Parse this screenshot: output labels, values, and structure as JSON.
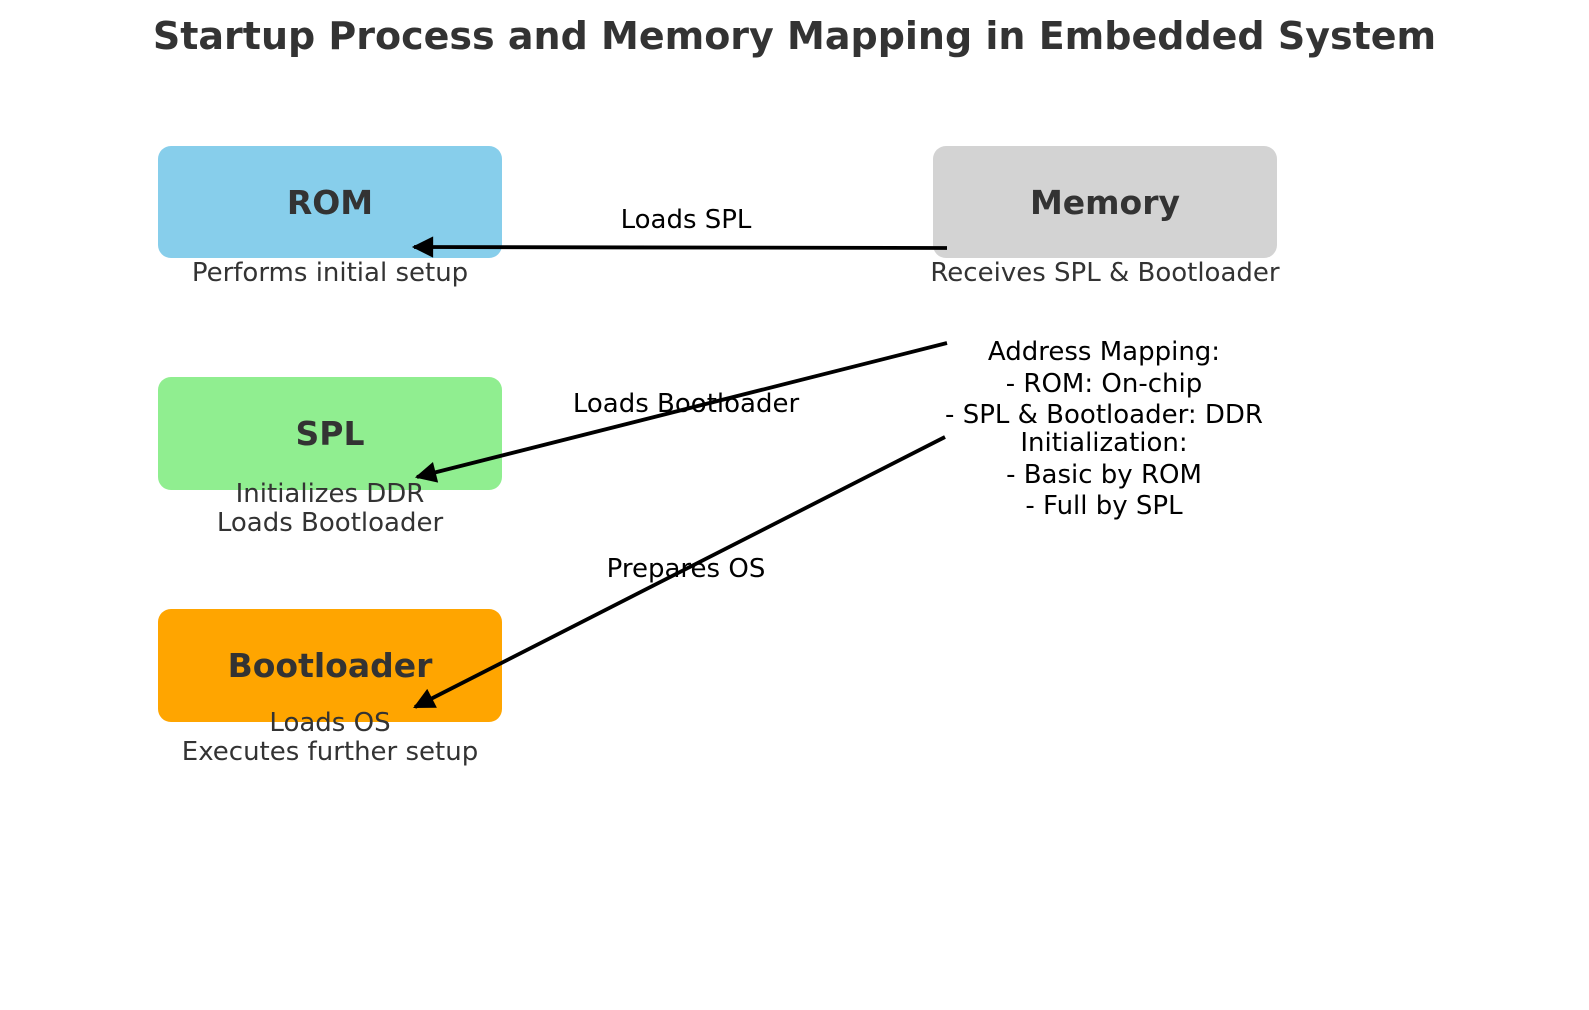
{
  "title": "Startup Process and Memory Mapping in Embedded System",
  "colors": {
    "background": "#FFFFFF",
    "rom_box": "#87CEEB",
    "memory_box": "#D3D3D3",
    "spl_box": "#90EE90",
    "bootloader_box": "#FFA500",
    "arrow": "#000000",
    "heading_text": "#333333",
    "body_text": "#000000"
  },
  "nodes": {
    "rom": {
      "label": "ROM",
      "description": "Performs initial setup"
    },
    "memory": {
      "label": "Memory",
      "description": "Receives SPL & Bootloader"
    },
    "spl": {
      "label": "SPL",
      "description_lines": [
        "Initializes DDR",
        "Loads Bootloader"
      ]
    },
    "bootloader": {
      "label": "Bootloader",
      "description_lines": [
        "Loads OS",
        "Executes further setup"
      ]
    }
  },
  "edges": {
    "loads_spl": {
      "label": "Loads SPL",
      "from": "Memory",
      "to": "ROM"
    },
    "loads_bootloader": {
      "label": "Loads Bootloader",
      "from": "Address Mapping note",
      "to": "SPL"
    },
    "prepares_os": {
      "label": "Prepares OS",
      "from": "Initialization note",
      "to": "Bootloader"
    }
  },
  "annotations": {
    "address_mapping": {
      "lines": [
        "Address Mapping:",
        "- ROM: On-chip",
        "- SPL & Bootloader: DDR"
      ]
    },
    "initialization": {
      "lines": [
        "Initialization:",
        "- Basic by ROM",
        "- Full by SPL"
      ]
    }
  }
}
